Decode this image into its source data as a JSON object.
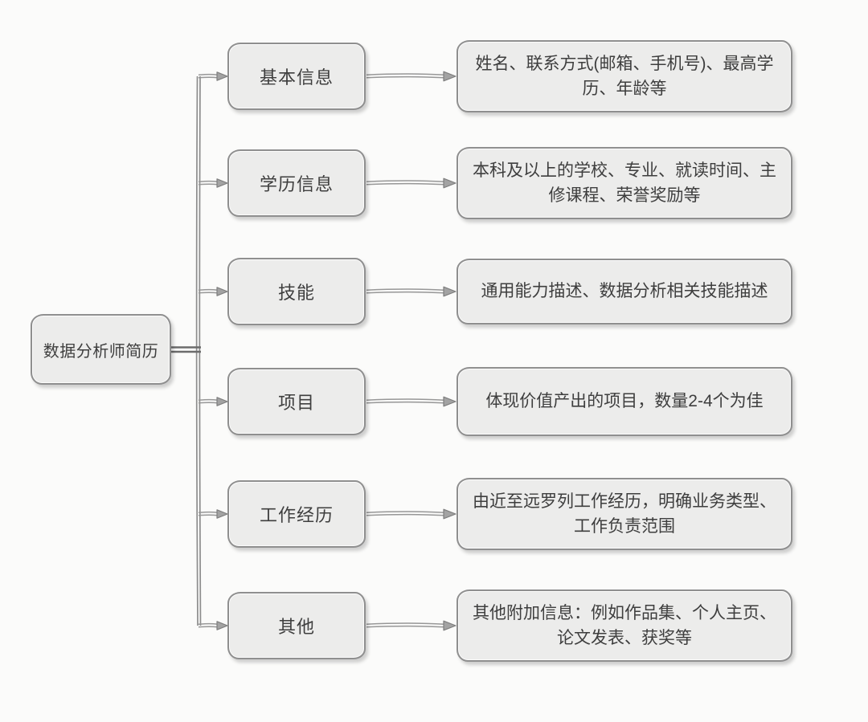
{
  "diagram": {
    "root": {
      "label": "数据分析师简历"
    },
    "branches": [
      {
        "label": "基本信息",
        "detail": "姓名、联系方式(邮箱、手机号)、最高学历、年龄等"
      },
      {
        "label": "学历信息",
        "detail": "本科及以上的学校、专业、就读时间、主修课程、荣誉奖励等"
      },
      {
        "label": "技能",
        "detail": "通用能力描述、数据分析相关技能描述"
      },
      {
        "label": "项目",
        "detail": "体现价值产出的项目，数量2-4个为佳"
      },
      {
        "label": "工作经历",
        "detail": "由近至远罗列工作经历，明确业务类型、工作负责范围"
      },
      {
        "label": "其他",
        "detail": "其他附加信息：例如作品集、个人主页、论文发表、获奖等"
      }
    ],
    "colors": {
      "background": "#fbfbfa",
      "node_fill": "#ececeb",
      "node_border": "#8f8f8f",
      "text": "#3e3e3e",
      "connector": "#979797"
    }
  }
}
